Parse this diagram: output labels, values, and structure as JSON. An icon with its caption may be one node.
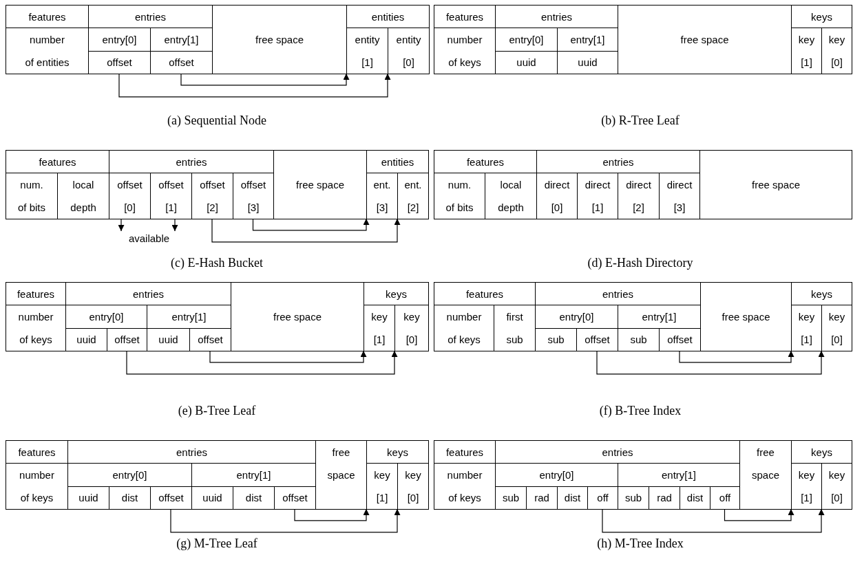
{
  "diagram": {
    "nodes": [
      {
        "text": [
          "features"
        ]
      },
      {
        "text": [
          "entries"
        ]
      },
      {
        "text": [
          "free space"
        ]
      },
      {
        "text": [
          "entities"
        ]
      },
      {
        "text": [
          "number of entities"
        ]
      },
      {
        "text": [
          "entry[0]"
        ]
      },
      {
        "text": [
          "entry[1]"
        ]
      },
      {
        "text": [
          "entity [1]"
        ]
      },
      {
        "text": [
          "entity [0]"
        ]
      },
      {
        "text": [
          "offset"
        ]
      },
      {
        "text": [
          "offset"
        ]
      },
      {
        "text": [
          "features"
        ]
      },
      {
        "text": [
          "entries"
        ]
      },
      {
        "text": [
          "free space"
        ]
      },
      {
        "text": [
          "keys"
        ]
      },
      {
        "text": [
          "number of keys"
        ]
      },
      {
        "text": [
          "entry[0]"
        ]
      },
      {
        "text": [
          "entry[1]"
        ]
      },
      {
        "text": [
          "key [1]"
        ]
      },
      {
        "text": [
          "key [0]"
        ]
      },
      {
        "text": [
          "uuid"
        ]
      },
      {
        "text": [
          "uuid"
        ]
      },
      {
        "text": [
          "features"
        ]
      },
      {
        "text": [
          "entries"
        ]
      },
      {
        "text": [
          "free space"
        ]
      },
      {
        "text": [
          "entities"
        ]
      },
      {
        "text": [
          "num. of bits"
        ]
      },
      {
        "text": [
          "local depth"
        ]
      },
      {
        "text": [
          "offset [0]"
        ]
      },
      {
        "text": [
          "offset [1]"
        ]
      },
      {
        "text": [
          "offset [2]"
        ]
      },
      {
        "text": [
          "offset [3]"
        ]
      },
      {
        "text": [
          "ent. [3]"
        ]
      },
      {
        "text": [
          "ent. [2]"
        ]
      },
      {
        "text": [
          "available"
        ]
      },
      {
        "text": [
          "features"
        ]
      },
      {
        "text": [
          "entries"
        ]
      },
      {
        "text": [
          "free space"
        ]
      },
      {
        "text": [
          "num. of bits"
        ]
      },
      {
        "text": [
          "local depth"
        ]
      },
      {
        "text": [
          "direct [0]"
        ]
      },
      {
        "text": [
          "direct [1]"
        ]
      },
      {
        "text": [
          "direct [2]"
        ]
      },
      {
        "text": [
          "direct [3]"
        ]
      },
      {
        "text": [
          "features"
        ]
      },
      {
        "text": [
          "entries"
        ]
      },
      {
        "text": [
          "free space"
        ]
      },
      {
        "text": [
          "keys"
        ]
      },
      {
        "text": [
          "number of keys"
        ]
      },
      {
        "text": [
          "entry[0]"
        ]
      },
      {
        "text": [
          "entry[1]"
        ]
      },
      {
        "text": [
          "key [1]"
        ]
      },
      {
        "text": [
          "key [0]"
        ]
      },
      {
        "text": [
          "uuid"
        ]
      },
      {
        "text": [
          "offset"
        ]
      },
      {
        "text": [
          "uuid"
        ]
      },
      {
        "text": [
          "offset"
        ]
      },
      {
        "text": [
          "features"
        ]
      },
      {
        "text": [
          "entries"
        ]
      },
      {
        "text": [
          "free space"
        ]
      },
      {
        "text": [
          "keys"
        ]
      },
      {
        "text": [
          "number of keys"
        ]
      },
      {
        "text": [
          "first sub"
        ]
      },
      {
        "text": [
          "entry[0]"
        ]
      },
      {
        "text": [
          "entry[1]"
        ]
      },
      {
        "text": [
          "key [1]"
        ]
      },
      {
        "text": [
          "key [0]"
        ]
      },
      {
        "text": [
          "sub"
        ]
      },
      {
        "text": [
          "offset"
        ]
      },
      {
        "text": [
          "sub"
        ]
      },
      {
        "text": [
          "offset"
        ]
      },
      {
        "text": [
          "features"
        ]
      },
      {
        "text": [
          "entries"
        ]
      },
      {
        "text": [
          "free space"
        ]
      },
      {
        "text": [
          "keys"
        ]
      },
      {
        "text": [
          "number of keys"
        ]
      },
      {
        "text": [
          "entry[0]"
        ]
      },
      {
        "text": [
          "entry[1]"
        ]
      },
      {
        "text": [
          "key [1]"
        ]
      },
      {
        "text": [
          "key [0]"
        ]
      },
      {
        "text": [
          "uuid"
        ]
      },
      {
        "text": [
          "dist"
        ]
      },
      {
        "text": [
          "offset"
        ]
      },
      {
        "text": [
          "uuid"
        ]
      },
      {
        "text": [
          "dist"
        ]
      },
      {
        "text": [
          "offset"
        ]
      },
      {
        "text": [
          "features"
        ]
      },
      {
        "text": [
          "entries"
        ]
      },
      {
        "text": [
          "free space"
        ]
      },
      {
        "text": [
          "keys"
        ]
      },
      {
        "text": [
          "number of keys"
        ]
      },
      {
        "text": [
          "entry[0]"
        ]
      },
      {
        "text": [
          "entry[1]"
        ]
      },
      {
        "text": [
          "key [1]"
        ]
      },
      {
        "text": [
          "key [0]"
        ]
      },
      {
        "text": [
          "sub"
        ]
      },
      {
        "text": [
          "rad"
        ]
      },
      {
        "text": [
          "dist"
        ]
      },
      {
        "text": [
          "off"
        ]
      },
      {
        "text": [
          "sub"
        ]
      },
      {
        "text": [
          "rad"
        ]
      },
      {
        "text": [
          "dist"
        ]
      },
      {
        "text": [
          "off"
        ]
      }
    ],
    "edges": [
      {
        "from": 9,
        "to": 8,
        "arrow": "to"
      },
      {
        "from": 10,
        "to": 7,
        "arrow": "to"
      },
      {
        "from": 28,
        "to": 34,
        "arrow": "to"
      },
      {
        "from": 29,
        "to": 34,
        "arrow": "to"
      },
      {
        "from": 30,
        "to": 33,
        "arrow": "to"
      },
      {
        "from": 31,
        "to": 32,
        "arrow": "to"
      },
      {
        "from": 54,
        "to": 52,
        "arrow": "to"
      },
      {
        "from": 56,
        "to": 51,
        "arrow": "to"
      },
      {
        "from": 68,
        "to": 66,
        "arrow": "to"
      },
      {
        "from": 70,
        "to": 65,
        "arrow": "to"
      },
      {
        "from": 82,
        "to": 79,
        "arrow": "to"
      },
      {
        "from": 85,
        "to": 78,
        "arrow": "to"
      },
      {
        "from": 98,
        "to": 94,
        "arrow": "to"
      },
      {
        "from": 102,
        "to": 93,
        "arrow": "to"
      }
    ],
    "labels": [
      "(a) Sequential Node",
      "(b) R-Tree Leaf",
      "(c) E-Hash Bucket",
      "(d) E-Hash Directory",
      "(e) B-Tree Leaf",
      "(f) B-Tree Index",
      "(g) M-Tree Leaf",
      "(h) M-Tree Index"
    ]
  }
}
